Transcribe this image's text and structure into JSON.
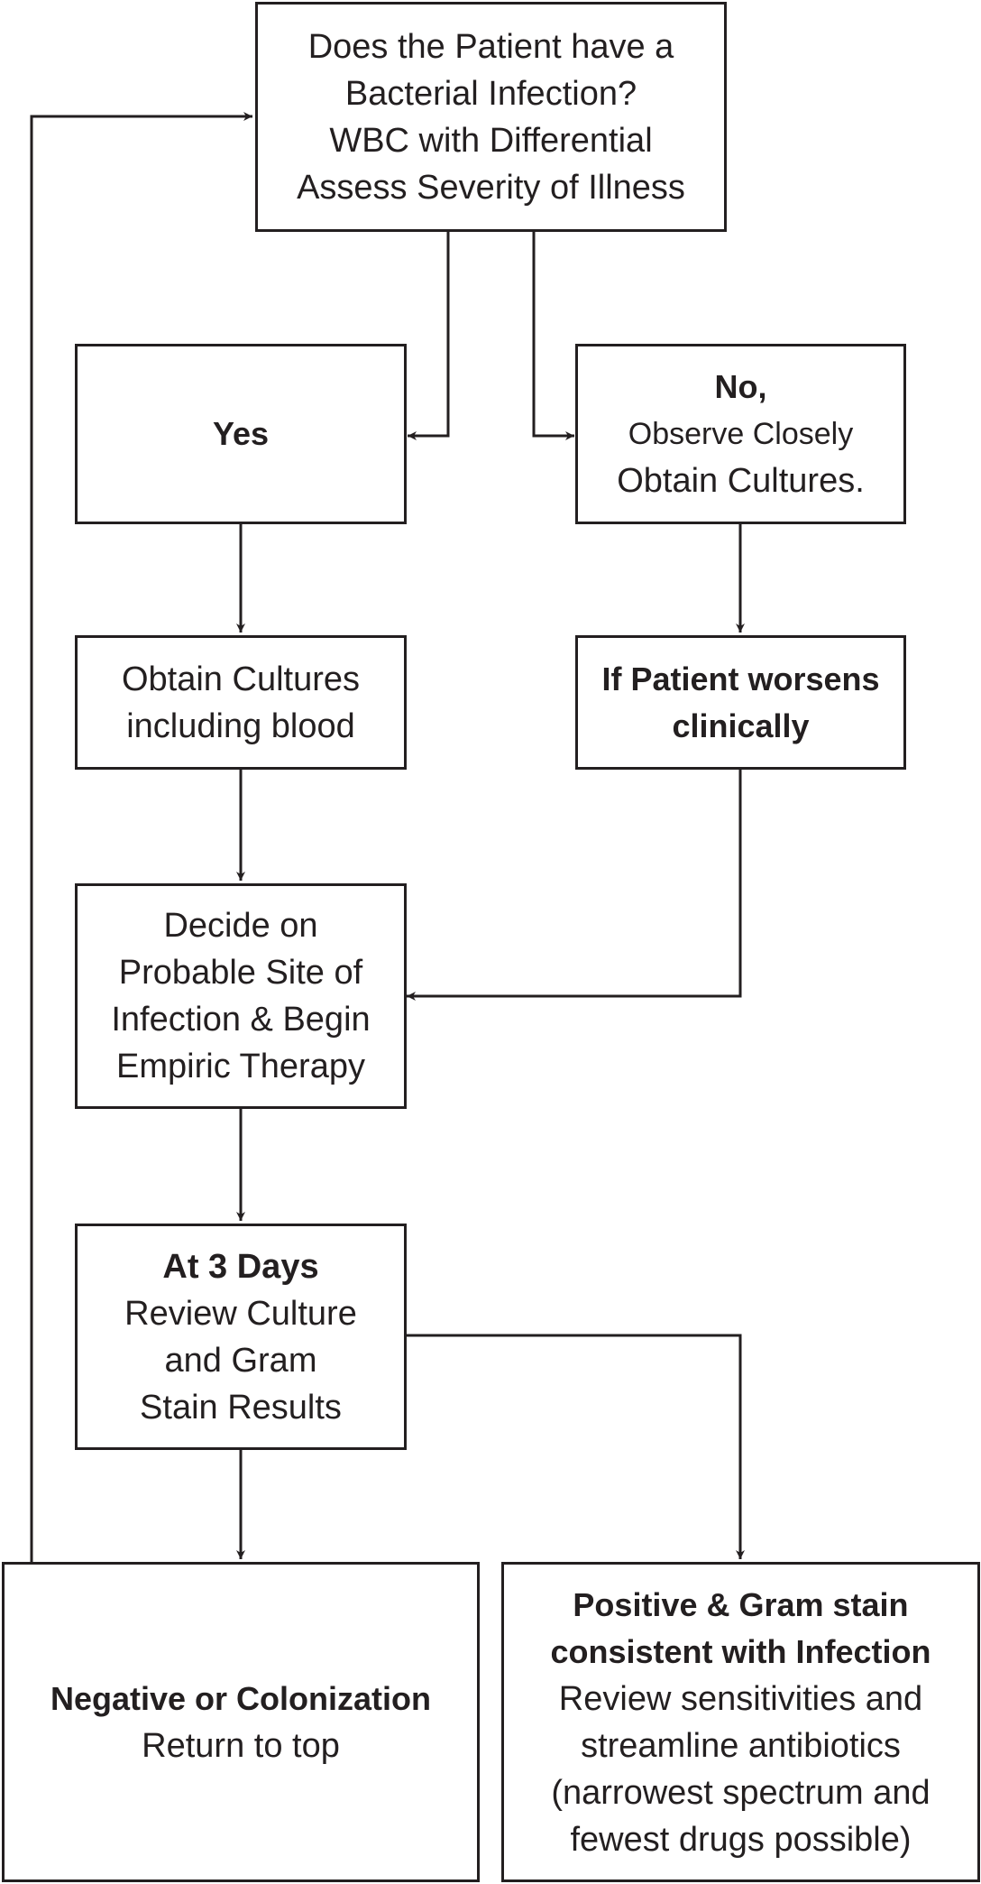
{
  "colors": {
    "stroke": "#231f20",
    "background": "#ffffff"
  },
  "nodes": {
    "question": {
      "lines": [
        "Does the Patient have a",
        "Bacterial Infection?",
        "WBC with Differential",
        "Assess Severity of Illness"
      ]
    },
    "yes": {
      "title": "Yes"
    },
    "no": {
      "title": "No,",
      "lines": [
        "Observe Closely",
        "Obtain Cultures."
      ]
    },
    "obtain_cultures": {
      "lines": [
        "Obtain Cultures",
        "including blood"
      ]
    },
    "worsens": {
      "lines": [
        "If Patient worsens",
        "clinically"
      ]
    },
    "decide": {
      "lines": [
        "Decide on",
        "Probable Site of",
        "Infection & Begin",
        "Empiric Therapy"
      ]
    },
    "review": {
      "title": "At 3 Days",
      "lines": [
        "Review Culture",
        "and Gram",
        "Stain Results"
      ]
    },
    "negative": {
      "title": "Negative or Colonization",
      "lines": [
        "Return to top"
      ]
    },
    "positive": {
      "title_lines": [
        "Positive & Gram stain",
        "consistent with Infection"
      ],
      "lines": [
        "Review sensitivities and",
        "streamline antibiotics",
        "(narrowest spectrum and",
        "fewest drugs possible)"
      ]
    }
  },
  "edges": [
    {
      "from": "question",
      "to": "yes"
    },
    {
      "from": "question",
      "to": "no"
    },
    {
      "from": "yes",
      "to": "obtain_cultures"
    },
    {
      "from": "no",
      "to": "worsens"
    },
    {
      "from": "obtain_cultures",
      "to": "decide"
    },
    {
      "from": "worsens",
      "to": "decide"
    },
    {
      "from": "decide",
      "to": "review"
    },
    {
      "from": "review",
      "to": "negative"
    },
    {
      "from": "review",
      "to": "positive"
    },
    {
      "from": "negative",
      "to": "question"
    }
  ]
}
